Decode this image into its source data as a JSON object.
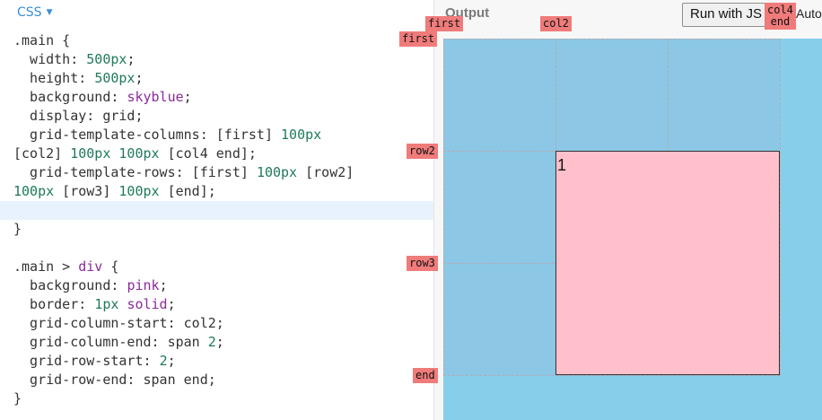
{
  "editor": {
    "language_label": "CSS",
    "lines": [
      [
        {
          "t": ".main {",
          "c": "c-sel"
        }
      ],
      [
        {
          "t": "  width: ",
          "c": "c-prop"
        },
        {
          "t": "500px",
          "c": "c-num"
        },
        {
          "t": ";",
          "c": "c-prop"
        }
      ],
      [
        {
          "t": "  height: ",
          "c": "c-prop"
        },
        {
          "t": "500px",
          "c": "c-num"
        },
        {
          "t": ";",
          "c": "c-prop"
        }
      ],
      [
        {
          "t": "  background: ",
          "c": "c-prop"
        },
        {
          "t": "skyblue",
          "c": "c-kw"
        },
        {
          "t": ";",
          "c": "c-prop"
        }
      ],
      [
        {
          "t": "  display: grid;",
          "c": "c-prop"
        }
      ],
      [
        {
          "t": "  grid-template-columns: [first] ",
          "c": "c-prop"
        },
        {
          "t": "100px",
          "c": "c-num"
        }
      ],
      [
        {
          "t": "[col2] ",
          "c": "c-prop"
        },
        {
          "t": "100px 100px",
          "c": "c-num"
        },
        {
          "t": " [col4 end];",
          "c": "c-prop"
        }
      ],
      [
        {
          "t": "  grid-template-rows: [first] ",
          "c": "c-prop"
        },
        {
          "t": "100px",
          "c": "c-num"
        },
        {
          "t": " [row2]",
          "c": "c-prop"
        }
      ],
      [
        {
          "t": "100px",
          "c": "c-num"
        },
        {
          "t": " [row3] ",
          "c": "c-prop"
        },
        {
          "t": "100px",
          "c": "c-num"
        },
        {
          "t": " [end];",
          "c": "c-prop"
        }
      ],
      [
        {
          "t": "",
          "c": "c-prop"
        }
      ],
      [
        {
          "t": "}",
          "c": "c-sel"
        }
      ],
      [
        {
          "t": "",
          "c": "c-prop"
        }
      ],
      [
        {
          "t": ".main > ",
          "c": "c-sel"
        },
        {
          "t": "div",
          "c": "c-kw"
        },
        {
          "t": " {",
          "c": "c-sel"
        }
      ],
      [
        {
          "t": "  background: ",
          "c": "c-prop"
        },
        {
          "t": "pink",
          "c": "c-kw"
        },
        {
          "t": ";",
          "c": "c-prop"
        }
      ],
      [
        {
          "t": "  border: ",
          "c": "c-prop"
        },
        {
          "t": "1px",
          "c": "c-num"
        },
        {
          "t": " ",
          "c": "c-prop"
        },
        {
          "t": "solid",
          "c": "c-kw"
        },
        {
          "t": ";",
          "c": "c-prop"
        }
      ],
      [
        {
          "t": "  grid-column-start: col2;",
          "c": "c-prop"
        }
      ],
      [
        {
          "t": "  grid-column-end: span ",
          "c": "c-prop"
        },
        {
          "t": "2",
          "c": "c-num"
        },
        {
          "t": ";",
          "c": "c-prop"
        }
      ],
      [
        {
          "t": "  grid-row-start: ",
          "c": "c-prop"
        },
        {
          "t": "2",
          "c": "c-num"
        },
        {
          "t": ";",
          "c": "c-prop"
        }
      ],
      [
        {
          "t": "  grid-row-end: span end;",
          "c": "c-prop"
        }
      ],
      [
        {
          "t": "}",
          "c": "c-sel"
        }
      ]
    ],
    "active_line": 9
  },
  "output": {
    "title": "Output",
    "run_button": "Run with JS",
    "auto_label": "Auto-run JS",
    "item_number": "1",
    "col_tags": {
      "first": "first",
      "col2": "col2",
      "col4_end": "col4\nend"
    },
    "row_tags": {
      "first": "first",
      "row2": "row2",
      "row3": "row3",
      "end": "end"
    }
  },
  "colors": {
    "grid_background": "#87ceeb",
    "item_background": "#ffc0cb",
    "tag_background": "#f07b7b",
    "accent": "#3a8fd6"
  },
  "icons": {
    "language_dropdown": "chevron-down-icon"
  }
}
